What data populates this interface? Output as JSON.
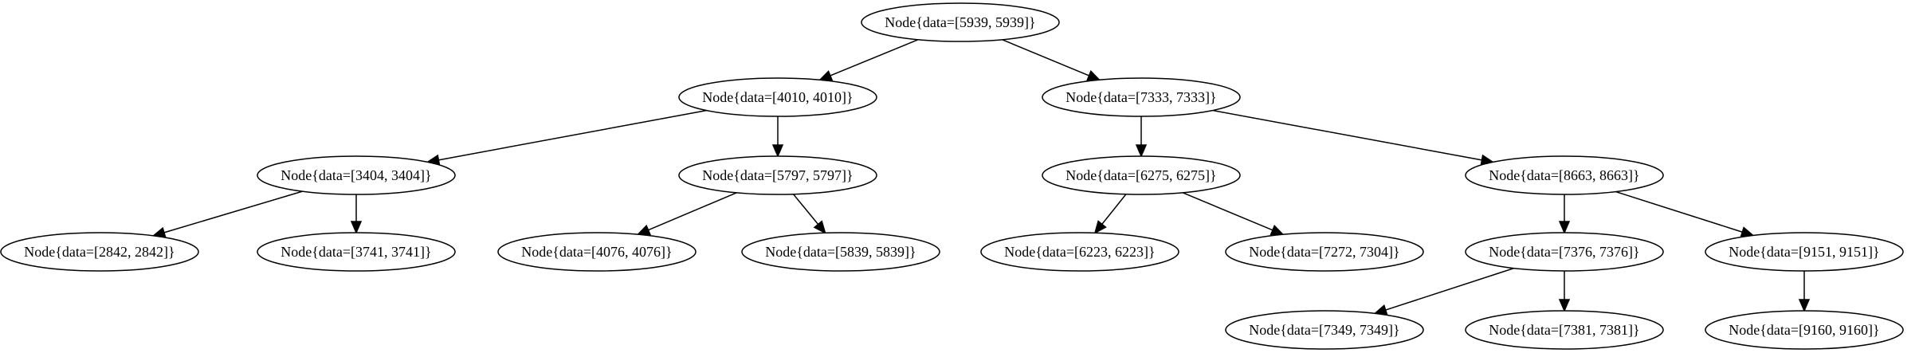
{
  "nodes": [
    {
      "id": "n5939",
      "label": "Node{data=[5939, 5939]}"
    },
    {
      "id": "n4010",
      "label": "Node{data=[4010, 4010]}"
    },
    {
      "id": "n7333",
      "label": "Node{data=[7333, 7333]}"
    },
    {
      "id": "n3404",
      "label": "Node{data=[3404, 3404]}"
    },
    {
      "id": "n5797",
      "label": "Node{data=[5797, 5797]}"
    },
    {
      "id": "n6275",
      "label": "Node{data=[6275, 6275]}"
    },
    {
      "id": "n8663",
      "label": "Node{data=[8663, 8663]}"
    },
    {
      "id": "n2842",
      "label": "Node{data=[2842, 2842]}"
    },
    {
      "id": "n3741",
      "label": "Node{data=[3741, 3741]}"
    },
    {
      "id": "n4076",
      "label": "Node{data=[4076, 4076]}"
    },
    {
      "id": "n5839",
      "label": "Node{data=[5839, 5839]}"
    },
    {
      "id": "n6223",
      "label": "Node{data=[6223, 6223]}"
    },
    {
      "id": "n7272",
      "label": "Node{data=[7272, 7304]}"
    },
    {
      "id": "n7376",
      "label": "Node{data=[7376, 7376]}"
    },
    {
      "id": "n9151",
      "label": "Node{data=[9151, 9151]}"
    },
    {
      "id": "n7349",
      "label": "Node{data=[7349, 7349]}"
    },
    {
      "id": "n7381",
      "label": "Node{data=[7381, 7381]}"
    },
    {
      "id": "n9160",
      "label": "Node{data=[9160, 9160]}"
    }
  ],
  "edges": [
    {
      "from": "n5939",
      "to": "n4010"
    },
    {
      "from": "n5939",
      "to": "n7333"
    },
    {
      "from": "n4010",
      "to": "n3404"
    },
    {
      "from": "n4010",
      "to": "n5797"
    },
    {
      "from": "n7333",
      "to": "n6275"
    },
    {
      "from": "n7333",
      "to": "n8663"
    },
    {
      "from": "n3404",
      "to": "n2842"
    },
    {
      "from": "n3404",
      "to": "n3741"
    },
    {
      "from": "n5797",
      "to": "n4076"
    },
    {
      "from": "n5797",
      "to": "n5839"
    },
    {
      "from": "n6275",
      "to": "n6223"
    },
    {
      "from": "n6275",
      "to": "n7272"
    },
    {
      "from": "n8663",
      "to": "n7376"
    },
    {
      "from": "n8663",
      "to": "n9151"
    },
    {
      "from": "n7376",
      "to": "n7349"
    },
    {
      "from": "n7376",
      "to": "n7381"
    },
    {
      "from": "n9151",
      "to": "n9160"
    }
  ]
}
